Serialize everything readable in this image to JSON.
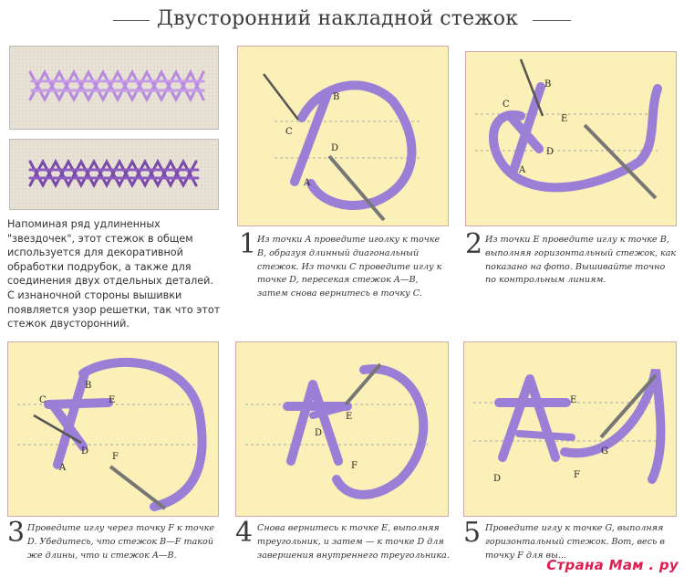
{
  "title": "Двусторонний накладной стежок",
  "intro": "Напоминая ряд удлиненных \"звездочек\", этот стежок в общем используется для декоративной обработки подрубок, а также для соединения двух отдельных деталей. С изнаночной стороны вышивки появляется узор решетки, так что этот стежок двусторонний.",
  "steps": [
    {
      "number": "1",
      "text": "Из точки A проведите иголку к точке B, образуя длинный диагональный стежок. Из точки C проведите иглу к точке D, пересекая стежок A—B, затем снова вернитесь в точку C.",
      "points": [
        "A",
        "B",
        "C",
        "D"
      ]
    },
    {
      "number": "2",
      "text": "Из точки E проведите иглу к точке B, выполняя горизонтальный стежок, как показано на фото. Вышивайте точно по контрольным линиям.",
      "points": [
        "A",
        "B",
        "C",
        "D",
        "E"
      ]
    },
    {
      "number": "3",
      "text": "Проведите иглу через точку F к точке D. Убедитесь, что стежок B—F такой же длины, что и стежок A—B.",
      "points": [
        "A",
        "B",
        "C",
        "D",
        "E",
        "F"
      ]
    },
    {
      "number": "4",
      "text": "Снова вернитесь к точке E, выполняя треугольник, и затем — к точке D для завершения внутреннего треугольника.",
      "points": [
        "D",
        "E",
        "F"
      ]
    },
    {
      "number": "5",
      "text": "Проведите иглу к точке G, выполняя горизонтальный стежок. Вот, весь в точку F для вы...",
      "points": [
        "D",
        "E",
        "F",
        "G"
      ]
    }
  ],
  "watermark": "Страна Мам . ру",
  "colors": {
    "panel": "#fbf1b8",
    "thread": "#9b7fd6",
    "thread_dark": "#5a3f9e",
    "swatch_bg": "#ebe5da",
    "watermark": "#e01e4f"
  }
}
